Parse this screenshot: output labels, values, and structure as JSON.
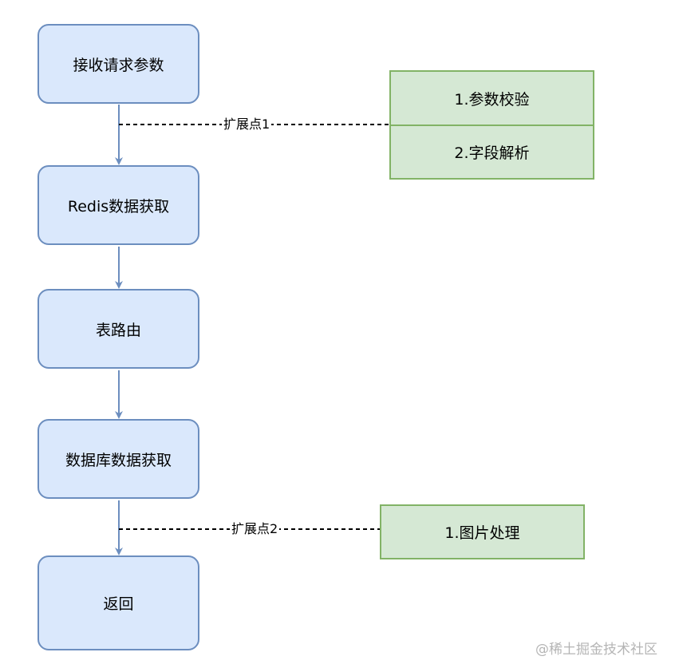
{
  "steps": [
    {
      "label": "接收请求参数"
    },
    {
      "label": "Redis数据获取"
    },
    {
      "label": "表路由"
    },
    {
      "label": "数据库数据获取"
    },
    {
      "label": "返回"
    }
  ],
  "extension_points": [
    {
      "label": "扩展点1",
      "items": [
        "1.参数校验",
        "2.字段解析"
      ]
    },
    {
      "label": "扩展点2",
      "items": [
        "1.图片处理"
      ]
    }
  ],
  "watermark": "@稀土掘金技术社区",
  "colors": {
    "step_fill": "#dae8fc",
    "step_border": "#6c8ebf",
    "ext_fill": "#d5e8d4",
    "ext_border": "#82b366"
  }
}
